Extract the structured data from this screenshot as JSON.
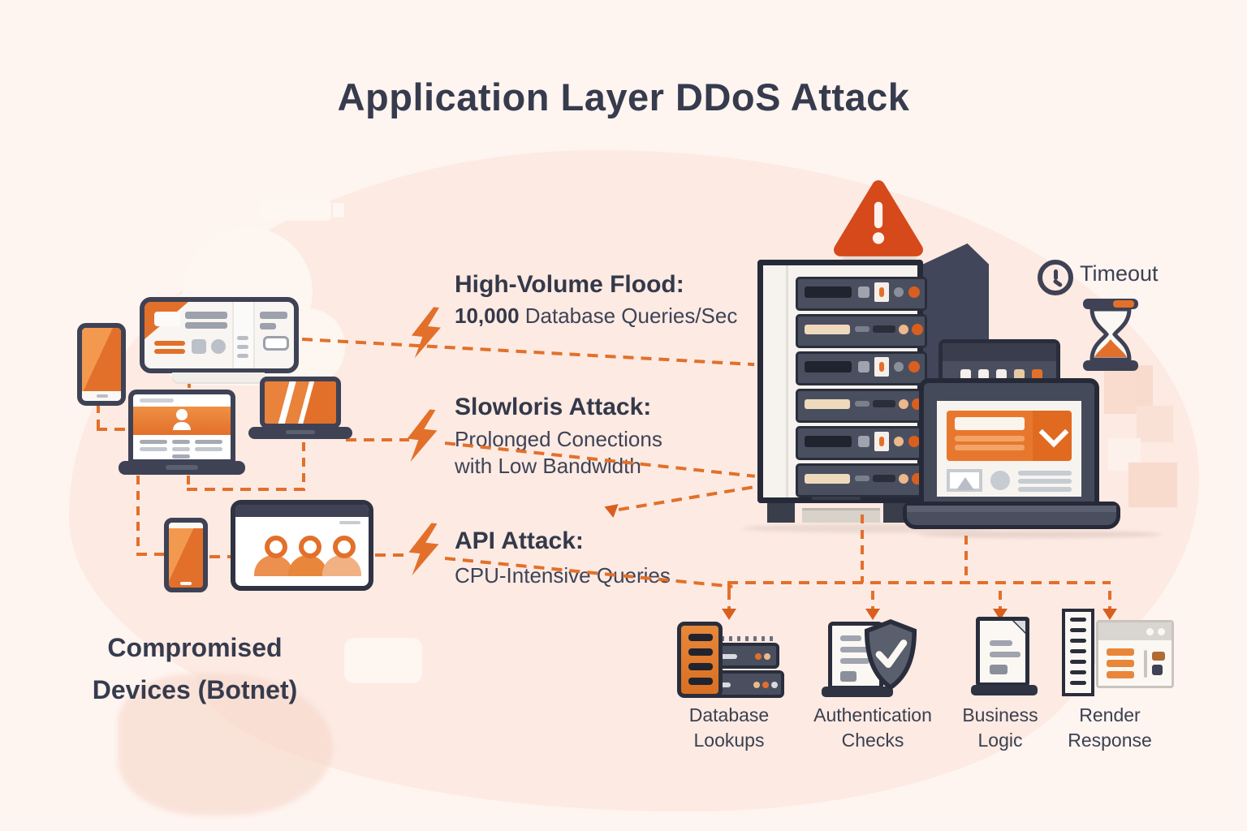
{
  "title": "Application Layer DDoS Attack",
  "colors": {
    "accent_orange": "#E2702A",
    "alert_orange": "#D5491B",
    "dark_slate": "#3E4254",
    "blob_pink": "#FCEAE2",
    "background": "#FEF4F0"
  },
  "attacks": [
    {
      "heading": "High-Volume Flood:",
      "desc_bold": "10,000",
      "desc_rest": " Database Queries/Sec"
    },
    {
      "heading": "Slowloris Attack:",
      "desc_line1": "Prolonged Conections",
      "desc_line2": "with Low Bandwidth"
    },
    {
      "heading": "API Attack:",
      "desc_line1": "CPU-Intensive Queries"
    }
  ],
  "botnet": {
    "line1": "Compromised",
    "line2": "Devices (Botnet)"
  },
  "server": {
    "timeout_label": "Timeout"
  },
  "pipeline": [
    {
      "line1": "Database",
      "line2": "Lookups"
    },
    {
      "line1": "Authentication",
      "line2": "Checks"
    },
    {
      "line1": "Business",
      "line2": "Logic"
    },
    {
      "line1": "Render",
      "line2": "Response"
    }
  ],
  "icons": {
    "warning": "warning-triangle-icon",
    "lightning": "lightning-bolt-icon",
    "clock": "clock-icon",
    "hourglass": "hourglass-icon",
    "server_rack": "server-rack-icon",
    "victim_laptop": "victim-laptop-icon",
    "botnet_devices": [
      "smartphone-icon",
      "browser-window-icon",
      "laptop-browser-icon",
      "laptop-icon",
      "tablet-icon",
      "team-browser-icon"
    ],
    "pipeline_icons": [
      "database-icon",
      "shield-check-icon",
      "document-icon",
      "render-browser-icon"
    ]
  }
}
